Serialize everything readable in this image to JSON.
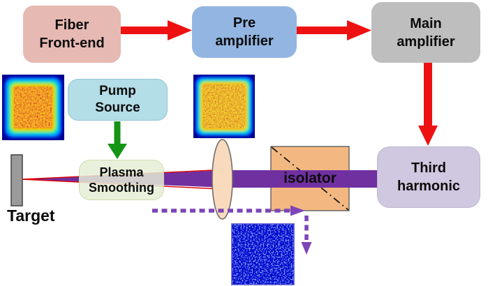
{
  "figure": {
    "description": "Laser system block diagram: fiber front-end, pre amplifier, main amplifier, third harmonic, isolator, lens, plasma smoothing, pump source and target with beam-profile images"
  },
  "boxes": {
    "fiber": {
      "line1": "Fiber",
      "line2": "Front-end"
    },
    "pre_amplifier": {
      "line1": "Pre",
      "line2": "amplifier"
    },
    "main_amplifier": {
      "line1": "Main",
      "line2": "amplifier"
    },
    "pump_source": {
      "line1": "Pump",
      "line2": "Source"
    },
    "plasma_smoothing": {
      "line1": "Plasma",
      "line2": "Smoothing"
    },
    "isolator": {
      "label": "isolator"
    },
    "third_harmonic": {
      "line1": "Third",
      "line2": "harmonic"
    }
  },
  "labels": {
    "target": "Target"
  },
  "colors": {
    "arrow_red": "#ee1111",
    "arrow_green": "#159415",
    "beam_purple": "#7030a0",
    "dashed_purple": "#7d44b8",
    "envelope_red": "#dd0000",
    "lens_fill": "#f9dabc",
    "lens_stroke": "#6e6e6e",
    "isolator_fill": "#f3b881",
    "target_gray": "#9a9a9a",
    "box_fiber": "#e7b9b3",
    "box_pre": "#93b5e2",
    "box_main": "#bebebe",
    "box_pump": "#b3dde7",
    "box_plasma": "#e5eed7",
    "box_third": "#d0c8e0",
    "heatmap_border_blue": "#000092",
    "speckle_background_blue": "#0b0b8e"
  }
}
